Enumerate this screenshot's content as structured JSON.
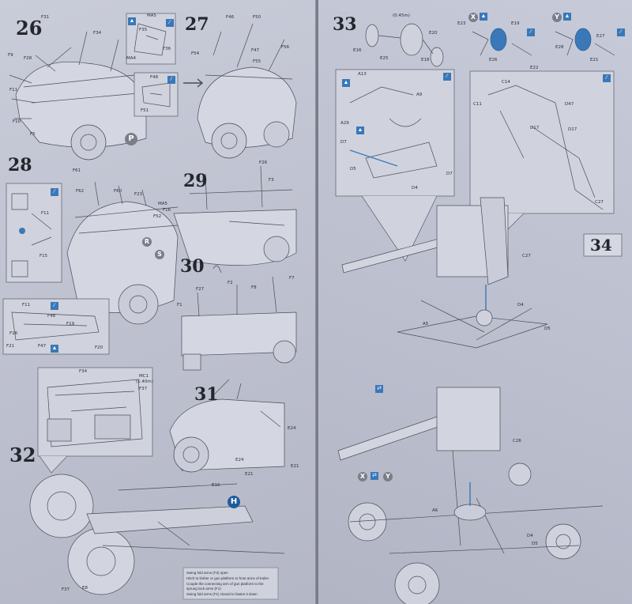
{
  "steps": {
    "s26": "26",
    "s27": "27",
    "s28": "28",
    "s29": "29",
    "s30": "30",
    "s31": "31",
    "s32": "32",
    "s33": "33",
    "s34": "34"
  },
  "badges": {
    "p": "P",
    "r": "R",
    "s": "S",
    "h": "H",
    "x": "X",
    "y": "Y"
  },
  "parts": {
    "p26": [
      "F31",
      "MA5",
      "F35",
      "F36",
      "F9",
      "F28",
      "F11",
      "F10",
      "F5",
      "F34",
      "F48",
      "F51",
      "MA4"
    ],
    "p27": [
      "F46",
      "F50",
      "F54",
      "F56",
      "F47",
      "F55"
    ],
    "p28": [
      "F61",
      "F62",
      "F60",
      "F23",
      "F11",
      "F15",
      "F11",
      "F48",
      "F19",
      "F16",
      "F47",
      "F20",
      "F21"
    ],
    "p29": [
      "F26",
      "F3",
      "MA5",
      "F16",
      "F52"
    ],
    "p30": [
      "F2",
      "F7",
      "F27",
      "F8",
      "F1"
    ],
    "p32": [
      "F34",
      "MC1",
      "(1.40m)",
      "F37",
      "F37",
      "E8"
    ],
    "p31": [
      "E24",
      "E24",
      "E21",
      "E21",
      "E16"
    ],
    "p33": [
      "(0.45m)",
      "E20",
      "E18",
      "E16",
      "E25",
      "E23",
      "E19",
      "E26",
      "E22",
      "E27",
      "E28",
      "E21"
    ],
    "p34top": [
      "A13",
      "A9",
      "A29",
      "D7",
      "D5",
      "D4",
      "D7",
      "C14",
      "C11",
      "D47",
      "D17",
      "D17",
      "C27",
      "C27"
    ],
    "p34mid": [
      "D4",
      "D5",
      "A5",
      "C26"
    ],
    "p34bot": [
      "A6",
      "D4",
      "D5"
    ]
  },
  "notes": [
    "Swing fold arms (F3) open",
    "Hitch to limber or gun platform to front arms of trailer",
    "Couple the connecting arm of gun platform to the",
    "sprung lock arms (F1)",
    "Swing fold arms (F1) closed to fasten it down"
  ],
  "colors": {
    "line": "#4a4c56",
    "accent": "#3a78b8",
    "panel": "#cdd0dd"
  }
}
